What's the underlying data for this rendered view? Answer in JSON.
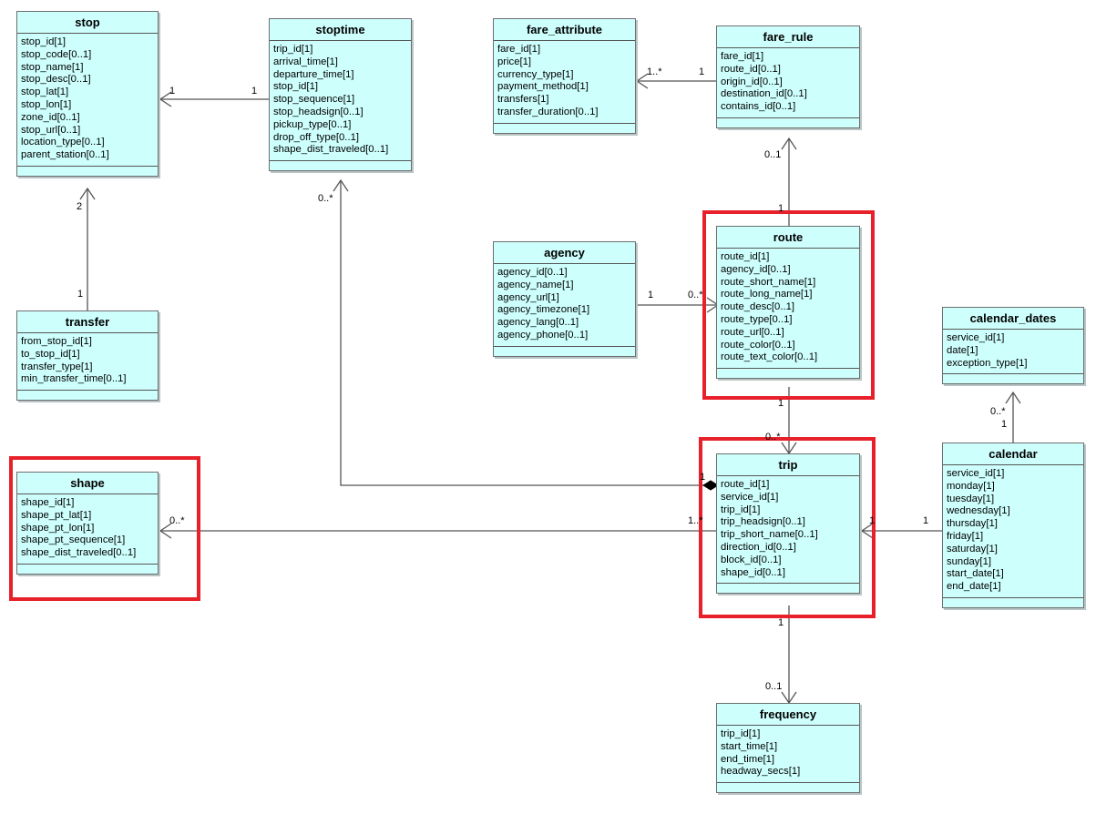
{
  "classes": {
    "stop": {
      "name": "stop",
      "attrs": [
        "stop_id[1]",
        "stop_code[0..1]",
        "stop_name[1]",
        "stop_desc[0..1]",
        "stop_lat[1]",
        "stop_lon[1]",
        "zone_id[0..1]",
        "stop_url[0..1]",
        "location_type[0..1]",
        "parent_station[0..1]"
      ]
    },
    "stoptime": {
      "name": "stoptime",
      "attrs": [
        "trip_id[1]",
        "arrival_time[1]",
        "departure_time[1]",
        "stop_id[1]",
        "stop_sequence[1]",
        "stop_headsign[0..1]",
        "pickup_type[0..1]",
        "drop_off_type[0..1]",
        "shape_dist_traveled[0..1]"
      ]
    },
    "fare_attribute": {
      "name": "fare_attribute",
      "attrs": [
        "fare_id[1]",
        "price[1]",
        "currency_type[1]",
        "payment_method[1]",
        "transfers[1]",
        "transfer_duration[0..1]"
      ]
    },
    "fare_rule": {
      "name": "fare_rule",
      "attrs": [
        "fare_id[1]",
        "route_id[0..1]",
        "origin_id[0..1]",
        "destination_id[0..1]",
        "contains_id[0..1]"
      ]
    },
    "agency": {
      "name": "agency",
      "attrs": [
        "agency_id[0..1]",
        "agency_name[1]",
        "agency_url[1]",
        "agency_timezone[1]",
        "agency_lang[0..1]",
        "agency_phone[0..1]"
      ]
    },
    "route": {
      "name": "route",
      "attrs": [
        "route_id[1]",
        "agency_id[0..1]",
        "route_short_name[1]",
        "route_long_name[1]",
        "route_desc[0..1]",
        "route_type[0..1]",
        "route_url[0..1]",
        "route_color[0..1]",
        "route_text_color[0..1]"
      ]
    },
    "transfer": {
      "name": "transfer",
      "attrs": [
        "from_stop_id[1]",
        "to_stop_id[1]",
        "transfer_type[1]",
        "min_transfer_time[0..1]"
      ]
    },
    "calendar_dates": {
      "name": "calendar_dates",
      "attrs": [
        "service_id[1]",
        "date[1]",
        "exception_type[1]"
      ]
    },
    "shape": {
      "name": "shape",
      "attrs": [
        "shape_id[1]",
        "shape_pt_lat[1]",
        "shape_pt_lon[1]",
        "shape_pt_sequence[1]",
        "shape_dist_traveled[0..1]"
      ]
    },
    "trip": {
      "name": "trip",
      "attrs": [
        "route_id[1]",
        "service_id[1]",
        "trip_id[1]",
        "trip_headsign[0..1]",
        "trip_short_name[0..1]",
        "direction_id[0..1]",
        "block_id[0..1]",
        "shape_id[0..1]"
      ]
    },
    "calendar": {
      "name": "calendar",
      "attrs": [
        "service_id[1]",
        "monday[1]",
        "tuesday[1]",
        "wednesday[1]",
        "thursday[1]",
        "friday[1]",
        "saturday[1]",
        "sunday[1]",
        "start_date[1]",
        "end_date[1]"
      ]
    },
    "frequency": {
      "name": "frequency",
      "attrs": [
        "trip_id[1]",
        "start_time[1]",
        "end_time[1]",
        "headway_secs[1]"
      ]
    }
  },
  "multiplicities": {
    "stoptime_stop_a": "1",
    "stoptime_stop_b": "1",
    "farerule_fareattr_a": "1..*",
    "farerule_fareattr_b": "1",
    "stoptime_trip": "0..*",
    "transfer_stop_a": "2",
    "transfer_stop_b": "1",
    "route_farerule_a": "0..1",
    "route_farerule_b": "1",
    "agency_route_a": "1",
    "agency_route_b": "0..*",
    "calendar_dates_a": "0..*",
    "calendar_dates_b": "1",
    "route_trip_a": "1",
    "route_trip_b": "0..*",
    "trip_stoptime": "1",
    "trip_shape_a": "0..*",
    "trip_shape_b": "1..*",
    "calendar_trip_a": "1",
    "calendar_trip_b": "1",
    "trip_frequency_a": "1",
    "trip_frequency_b": "0..1"
  },
  "colors": {
    "class_fill": "#cdfffd",
    "class_border": "#6e6e6e",
    "highlight": "#e8202a",
    "line": "#555555"
  }
}
